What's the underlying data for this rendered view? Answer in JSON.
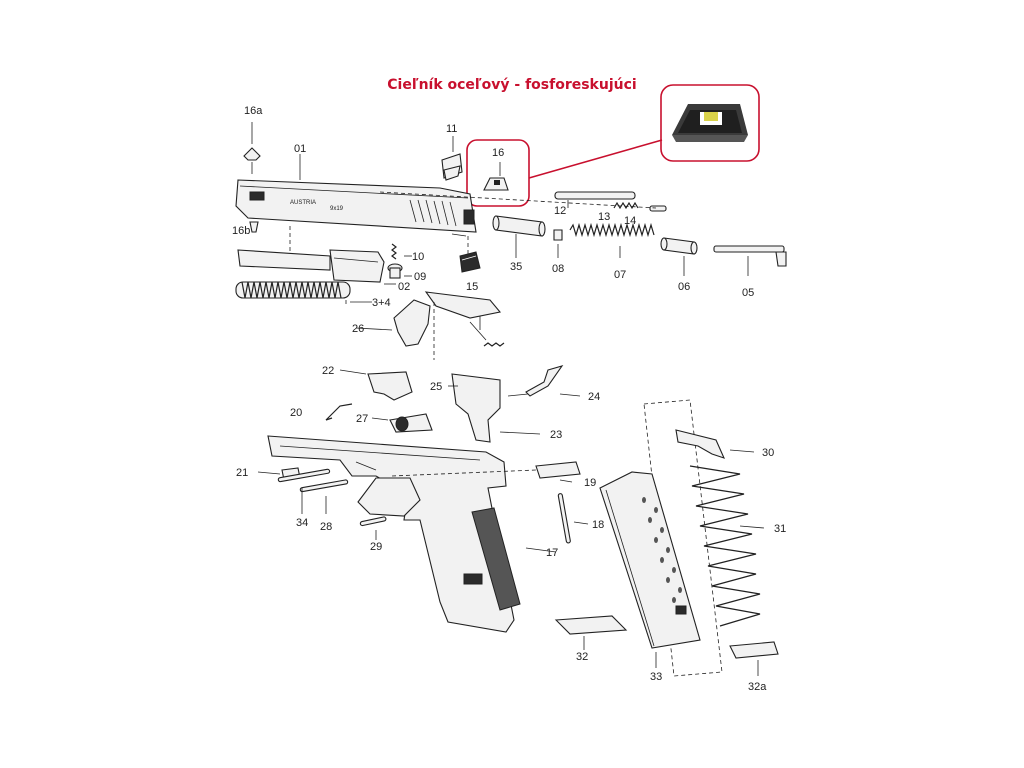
{
  "title": "Cieľník oceľový - fosforeskujúci",
  "highlight_color": "#c8102e",
  "part_labels": {
    "p16a": "16a",
    "p16b": "16b",
    "p01": "01",
    "p11": "11",
    "p16": "16",
    "p12": "12",
    "p13": "13",
    "p14": "14",
    "p10": "10",
    "p09": "09",
    "p02": "02",
    "p15": "15",
    "p35": "35",
    "p08": "08",
    "p07": "07",
    "p06": "06",
    "p05": "05",
    "p34s": "3+4",
    "p26": "26",
    "p22": "22",
    "p25": "25",
    "p24": "24",
    "p20": "20",
    "p27": "27",
    "p23": "23",
    "p30": "30",
    "p21": "21",
    "p19": "19",
    "p31": "31",
    "p34": "34",
    "p28": "28",
    "p18": "18",
    "p29": "29",
    "p17": "17",
    "p32": "32",
    "p33": "33",
    "p32a": "32a"
  },
  "slide_marking_left": "AUSTRIA",
  "slide_marking_right": "9x19"
}
